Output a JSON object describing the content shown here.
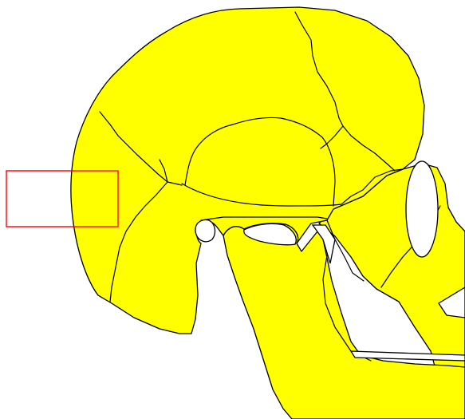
{
  "diagram": {
    "colors": {
      "background": "#ffffff",
      "bone": "#ffff00",
      "outline": "#000000",
      "selection": "#ff0000"
    },
    "parts": [
      {
        "id": "cranium",
        "icon": "skull-cranium-shape"
      },
      {
        "id": "mandible",
        "icon": "jaw-bone-shape"
      },
      {
        "id": "maxilla",
        "icon": "upper-jaw-shape"
      },
      {
        "id": "eye-socket",
        "icon": "orbit-opening-shape"
      },
      {
        "id": "ear-canal",
        "icon": "ear-opening-shape"
      }
    ],
    "selection_box": {
      "present": true,
      "filled": false
    }
  }
}
